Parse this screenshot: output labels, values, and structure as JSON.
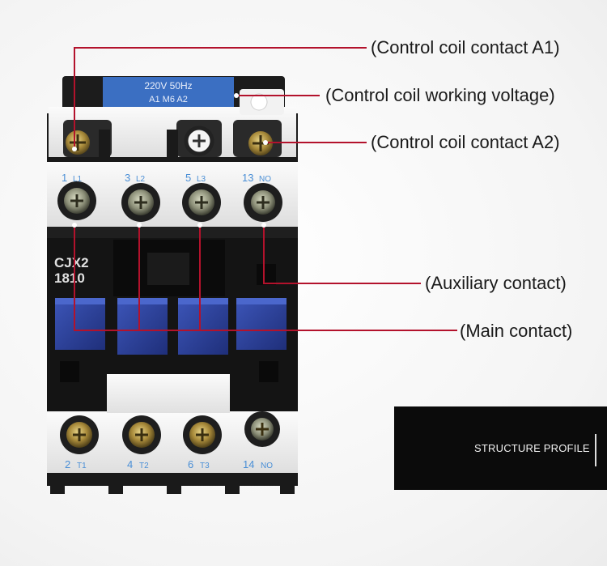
{
  "device": {
    "model_line1": "CJX2",
    "model_line2": "1810",
    "nameplate_line1": "220V 50Hz",
    "nameplate_line2": "A1   M6   A2",
    "top_terminals": [
      "1",
      "3",
      "5",
      "13"
    ],
    "top_terminal_suffixes": [
      "L1",
      "L2",
      "L3",
      "NO"
    ],
    "bottom_terminals": [
      "2",
      "4",
      "6",
      "14"
    ],
    "bottom_terminal_suffixes": [
      "T1",
      "T2",
      "T3",
      "NO"
    ]
  },
  "callouts": {
    "coil_a1": "(Control coil contact A1)",
    "coil_voltage": "(Control coil working voltage)",
    "coil_a2": "(Control coil contact A2)",
    "auxiliary": "(Auxiliary contact)",
    "main": "(Main contact)"
  },
  "profile": {
    "title": "STRUCTURE PROFILE"
  },
  "colors": {
    "leader_line": "#b3122c",
    "housing_dark": "#141414",
    "housing_light": "#f2f2f2",
    "contact_blue": "#2a3f9a",
    "nameplate_blue": "#3b6fc2",
    "terminal_label": "#4a8fd6"
  }
}
